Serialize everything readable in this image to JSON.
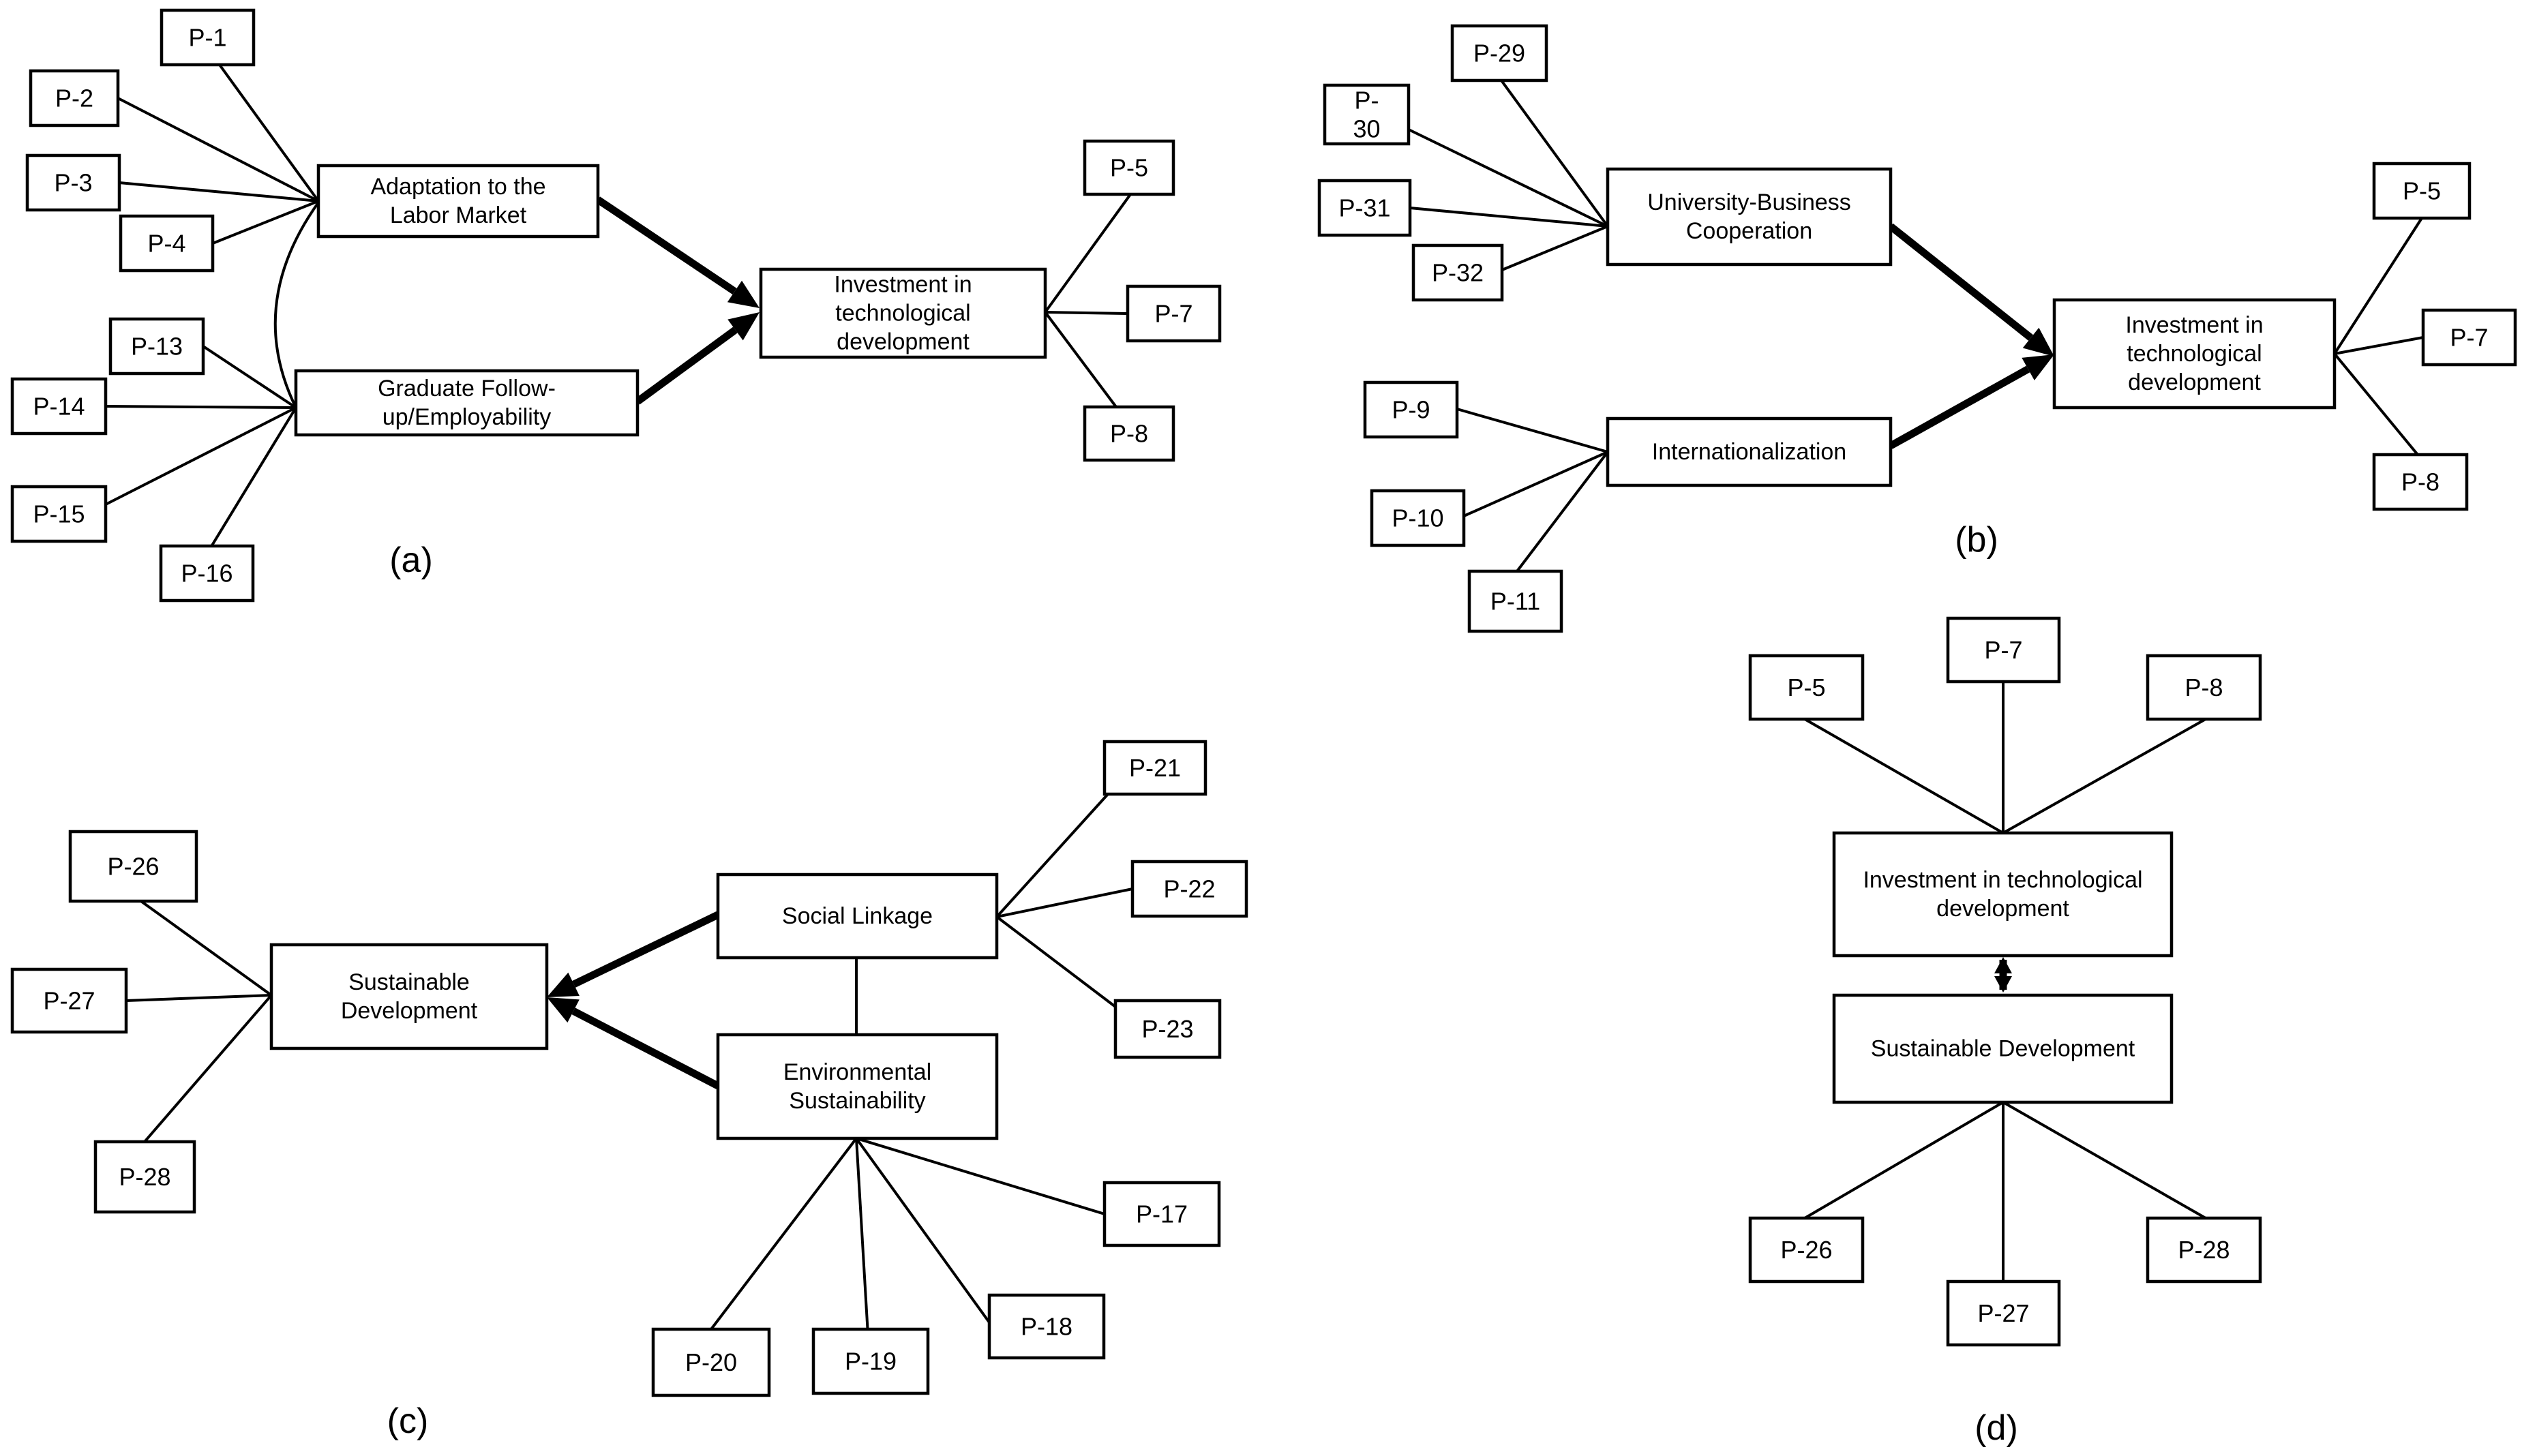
{
  "panels": {
    "a": {
      "caption": "(a)",
      "constructs": {
        "adaptation": [
          "Adaptation to the",
          "Labor Market"
        ],
        "follow_up": [
          "Graduate Follow-",
          "up/Employability"
        ],
        "investment": [
          "Investment in",
          "technological",
          "development"
        ]
      },
      "items": {
        "p1": "P-1",
        "p2": "P-2",
        "p3": "P-3",
        "p4": "P-4",
        "p13": "P-13",
        "p14": "P-14",
        "p15": "P-15",
        "p16": "P-16",
        "p5": "P-5",
        "p7": "P-7",
        "p8": "P-8"
      }
    },
    "b": {
      "caption": "(b)",
      "constructs": {
        "university_business": [
          "University-Business",
          "Cooperation"
        ],
        "internationalization": [
          "Internationalization"
        ],
        "investment": [
          "Investment in",
          "technological",
          "development"
        ]
      },
      "items": {
        "p29": "P-29",
        "p30": [
          "P-",
          "30"
        ],
        "p31": "P-31",
        "p32": "P-32",
        "p9": "P-9",
        "p10": "P-10",
        "p11": "P-11",
        "p5": "P-5",
        "p7": "P-7",
        "p8": "P-8"
      }
    },
    "c": {
      "caption": "(c)",
      "constructs": {
        "sustainable": [
          "Sustainable",
          "Development"
        ],
        "social": [
          "Social Linkage"
        ],
        "environmental": [
          "Environmental",
          "Sustainability"
        ]
      },
      "items": {
        "p26": "P-26",
        "p27": "P-27",
        "p28": "P-28",
        "p21": "P-21",
        "p22": "P-22",
        "p23": "P-23",
        "p17": "P-17",
        "p18": "P-18",
        "p19": "P-19",
        "p20": "P-20"
      }
    },
    "d": {
      "caption": "(d)",
      "constructs": {
        "investment": [
          "Investment in technological",
          "development"
        ],
        "sustainable": [
          "Sustainable Development"
        ]
      },
      "items": {
        "p5": "P-5",
        "p7": "P-7",
        "p8": "P-8",
        "p26": "P-26",
        "p27": "P-27",
        "p28": "P-28"
      }
    }
  }
}
